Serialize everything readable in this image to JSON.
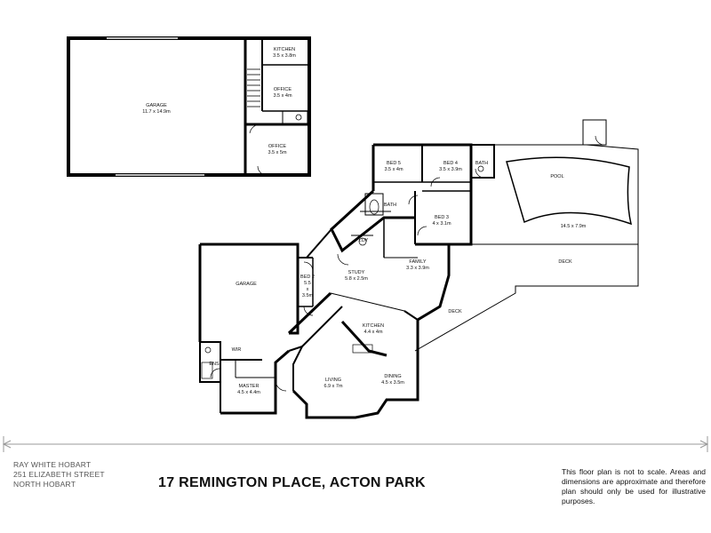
{
  "rooms": {
    "garage_top": {
      "name": "GARAGE",
      "dims": "11.7 x 14.9m"
    },
    "kitchen_top": {
      "name": "KITCHEN",
      "dims": "3.5 x 3.8m"
    },
    "office_top": {
      "name": "OFFICE",
      "dims": "3.5 x 4m"
    },
    "office_lower": {
      "name": "OFFICE",
      "dims": "3.5 x 5m"
    },
    "bed5": {
      "name": "BED 5",
      "dims": "3.5 x 4m"
    },
    "bed4": {
      "name": "BED 4",
      "dims": "3.5 x 3.9m"
    },
    "bath_right": {
      "name": "BATH",
      "dims": ""
    },
    "pool": {
      "name": "POOL",
      "dims": "14.5 x 7.9m"
    },
    "bath_center": {
      "name": "BATH",
      "dims": ""
    },
    "bed3": {
      "name": "BED 3",
      "dims": "4 x 3.1m"
    },
    "ldy": {
      "name": "LDY",
      "dims": ""
    },
    "family": {
      "name": "FAMILY",
      "dims": "3.3 x 3.9m"
    },
    "deck_upper": {
      "name": "DECK",
      "dims": ""
    },
    "study": {
      "name": "STUDY",
      "dims": "5.8 x 2.5m"
    },
    "garage_main": {
      "name": "GARAGE",
      "dims": ""
    },
    "bed2": {
      "name": "BED 2",
      "dims": "5.5\nx\n3.5m"
    },
    "deck_lower": {
      "name": "DECK",
      "dims": ""
    },
    "kitchen_main": {
      "name": "KITCHEN",
      "dims": "4.4 x 4m"
    },
    "wir": {
      "name": "WIR",
      "dims": ""
    },
    "ens": {
      "name": "ENS",
      "dims": ""
    },
    "living": {
      "name": "LIVING",
      "dims": "6.9 x 7m"
    },
    "dining": {
      "name": "DINING",
      "dims": "4.5 x 3.5m"
    },
    "master": {
      "name": "MASTER",
      "dims": "4.5 x 4.4m"
    }
  },
  "footer": {
    "agency_line1": "RAY WHITE HOBART",
    "agency_line2": "251 ELIZABETH STREET",
    "agency_line3": "NORTH HOBART",
    "title": "17 REMINGTON PLACE, ACTON PARK",
    "disclaimer": "This floor plan is not to scale. Areas and dimensions are approximate and therefore plan should only be used for illustrative purposes."
  }
}
